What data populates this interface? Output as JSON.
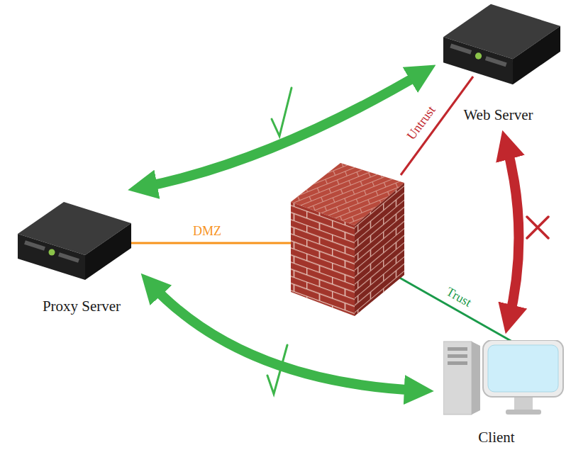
{
  "diagram": {
    "nodes": [
      {
        "text": [
          "Proxy Server"
        ]
      },
      {
        "text": [
          "Web Server"
        ]
      },
      {
        "text": [
          "Client"
        ]
      }
    ],
    "edges": [
      {
        "from": 0,
        "to": 1,
        "arrow": "both"
      },
      {
        "from": 0,
        "to": 2,
        "arrow": "both"
      },
      {
        "from": 1,
        "to": 2,
        "arrow": "both"
      }
    ],
    "labels": [
      "DMZ",
      "Untrust",
      "Trust"
    ]
  }
}
